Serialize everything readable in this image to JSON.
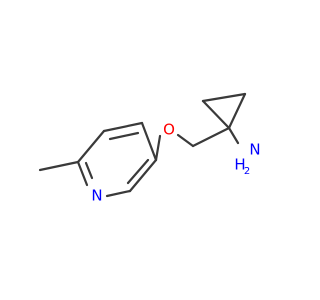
{
  "molecule": {
    "atoms": {
      "oxygen": "O",
      "ring_nitrogen": "N",
      "amine_nitrogen": "N",
      "amine_hydrogen": "H",
      "amine_hydrogen_count": "2"
    },
    "colors": {
      "bond": "#3a3a3a",
      "oxygen": "#ff0000",
      "nitrogen": "#0000ff",
      "background": "#ffffff"
    }
  }
}
